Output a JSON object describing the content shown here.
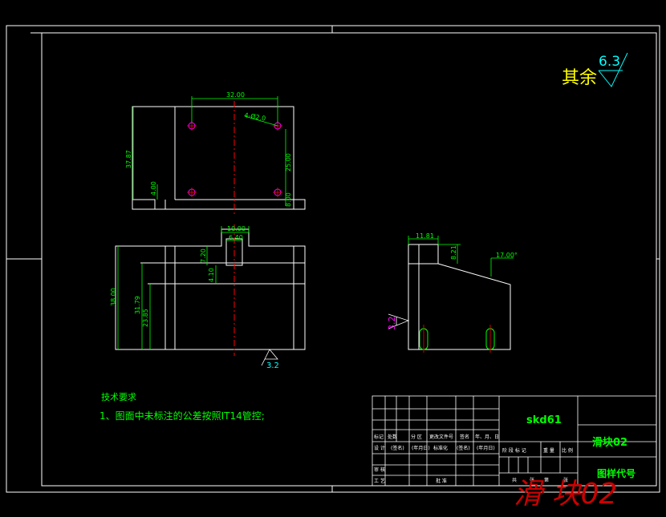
{
  "roughness": {
    "text": "其余",
    "value": "6.3",
    "color": "#ffff00",
    "symbol_color": "#00ffff"
  },
  "top_view": {
    "dims": [
      "32.00",
      "4-Ø2.0",
      "37.87",
      "4.00",
      "25.00",
      "8.00"
    ]
  },
  "front_view": {
    "dims": [
      "10.00",
      "6.40",
      "7.20",
      "4.10",
      "38.00",
      "31.79",
      "23.85"
    ],
    "roughness": "3.2"
  },
  "side_view": {
    "dims": [
      "11.81",
      "8.21",
      "17.00°"
    ],
    "roughness": "3.2"
  },
  "notes": {
    "title": "技术要求",
    "item1": "1、图面中未标注的公差按照IT14管控;"
  },
  "title_block": {
    "material": "skd61",
    "part_name": "滑块02",
    "drawing_code": "图样代号",
    "row_labels": [
      "标记",
      "处数",
      "分 区",
      "更改文件号",
      "签名",
      "年、月、日"
    ],
    "design_row": [
      "设 计",
      "(签名)",
      "(年月日)",
      "标准化",
      "(签名)",
      "(年月日)"
    ],
    "stage_labels": [
      "阶 段 标 记",
      "重 量",
      "比 例"
    ],
    "review": "审 核",
    "process": "工 艺",
    "approve": "批 准",
    "sheet": [
      "共",
      "张",
      "第",
      "张"
    ]
  },
  "watermark": "滑 块02",
  "colors": {
    "frame": "#ffffff",
    "dimension": "#00ff00",
    "centerline": "#ff0000",
    "hole": "#ff00ff",
    "watermark": "#cc0000"
  }
}
